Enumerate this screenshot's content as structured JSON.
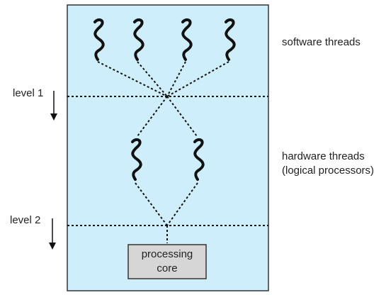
{
  "labels": {
    "software_threads": "software threads",
    "hardware_threads": [
      "hardware threads",
      "(logical processors)"
    ],
    "level_1": "level 1",
    "level_2": "level 2",
    "processing_core": [
      "processing",
      "core"
    ]
  },
  "colors": {
    "panel_fill": "#cfeefb",
    "panel_border": "#333333",
    "core_fill": "#d6d6d6",
    "line": "#111111"
  },
  "structure": {
    "software_thread_count": 4,
    "hardware_thread_count": 2,
    "processing_core_count": 1
  }
}
